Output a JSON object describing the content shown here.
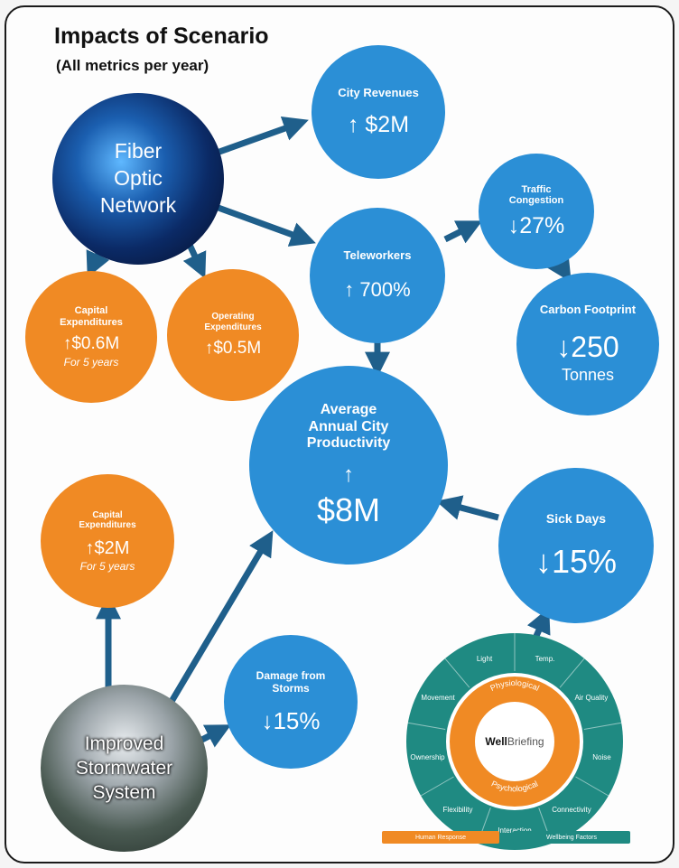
{
  "header": {
    "title": "Impacts of Scenario",
    "subtitle": "(All metrics per year)"
  },
  "fiber": {
    "line1": "Fiber",
    "line2": "Optic",
    "line3": "Network"
  },
  "storm": {
    "line1": "Improved",
    "line2": "Stormwater",
    "line3": "System"
  },
  "nodes": {
    "city_revenues": {
      "label": "City Revenues",
      "value": "↑ $2M"
    },
    "teleworkers": {
      "label": "Teleworkers",
      "value": "↑ 700%"
    },
    "traffic": {
      "label1": "Traffic",
      "label2": "Congestion",
      "value": "↓27%"
    },
    "carbon": {
      "label": "Carbon Footprint",
      "value": "↓250",
      "unit": "Tonnes"
    },
    "capex1": {
      "label1": "Capital",
      "label2": "Expenditures",
      "value": "↑$0.6M",
      "sub": "For 5 years"
    },
    "opex": {
      "label1": "Operating",
      "label2": "Expenditures",
      "value": "↑$0.5M"
    },
    "productivity": {
      "label1": "Average",
      "label2": "Annual City",
      "label3": "Productivity",
      "arrow": "↑",
      "value": "$8M"
    },
    "sick_days": {
      "label": "Sick Days",
      "value": "↓15%"
    },
    "capex2": {
      "label1": "Capital",
      "label2": "Expenditures",
      "value": "↑$2M",
      "sub": "For 5 years"
    },
    "damage": {
      "label1": "Damage from",
      "label2": "Storms",
      "value": "↓15%"
    }
  },
  "wellbriefing": {
    "center_brand_a": "Well",
    "center_brand_b": "Briefing",
    "ring_top": "Physiological",
    "ring_bottom": "Psychological",
    "factors": [
      "Temp.",
      "Air Quality",
      "Noise",
      "Connectivity",
      "Interaction",
      "Flexibility",
      "Ownership",
      "Movement",
      "Light"
    ],
    "legend_left": "Human Response",
    "legend_right": "Wellbeing Factors"
  },
  "colors": {
    "blue": "#2b8fd6",
    "orange": "#f08a24",
    "arrow": "#1f5f8b",
    "teal": "#1f8a82"
  }
}
